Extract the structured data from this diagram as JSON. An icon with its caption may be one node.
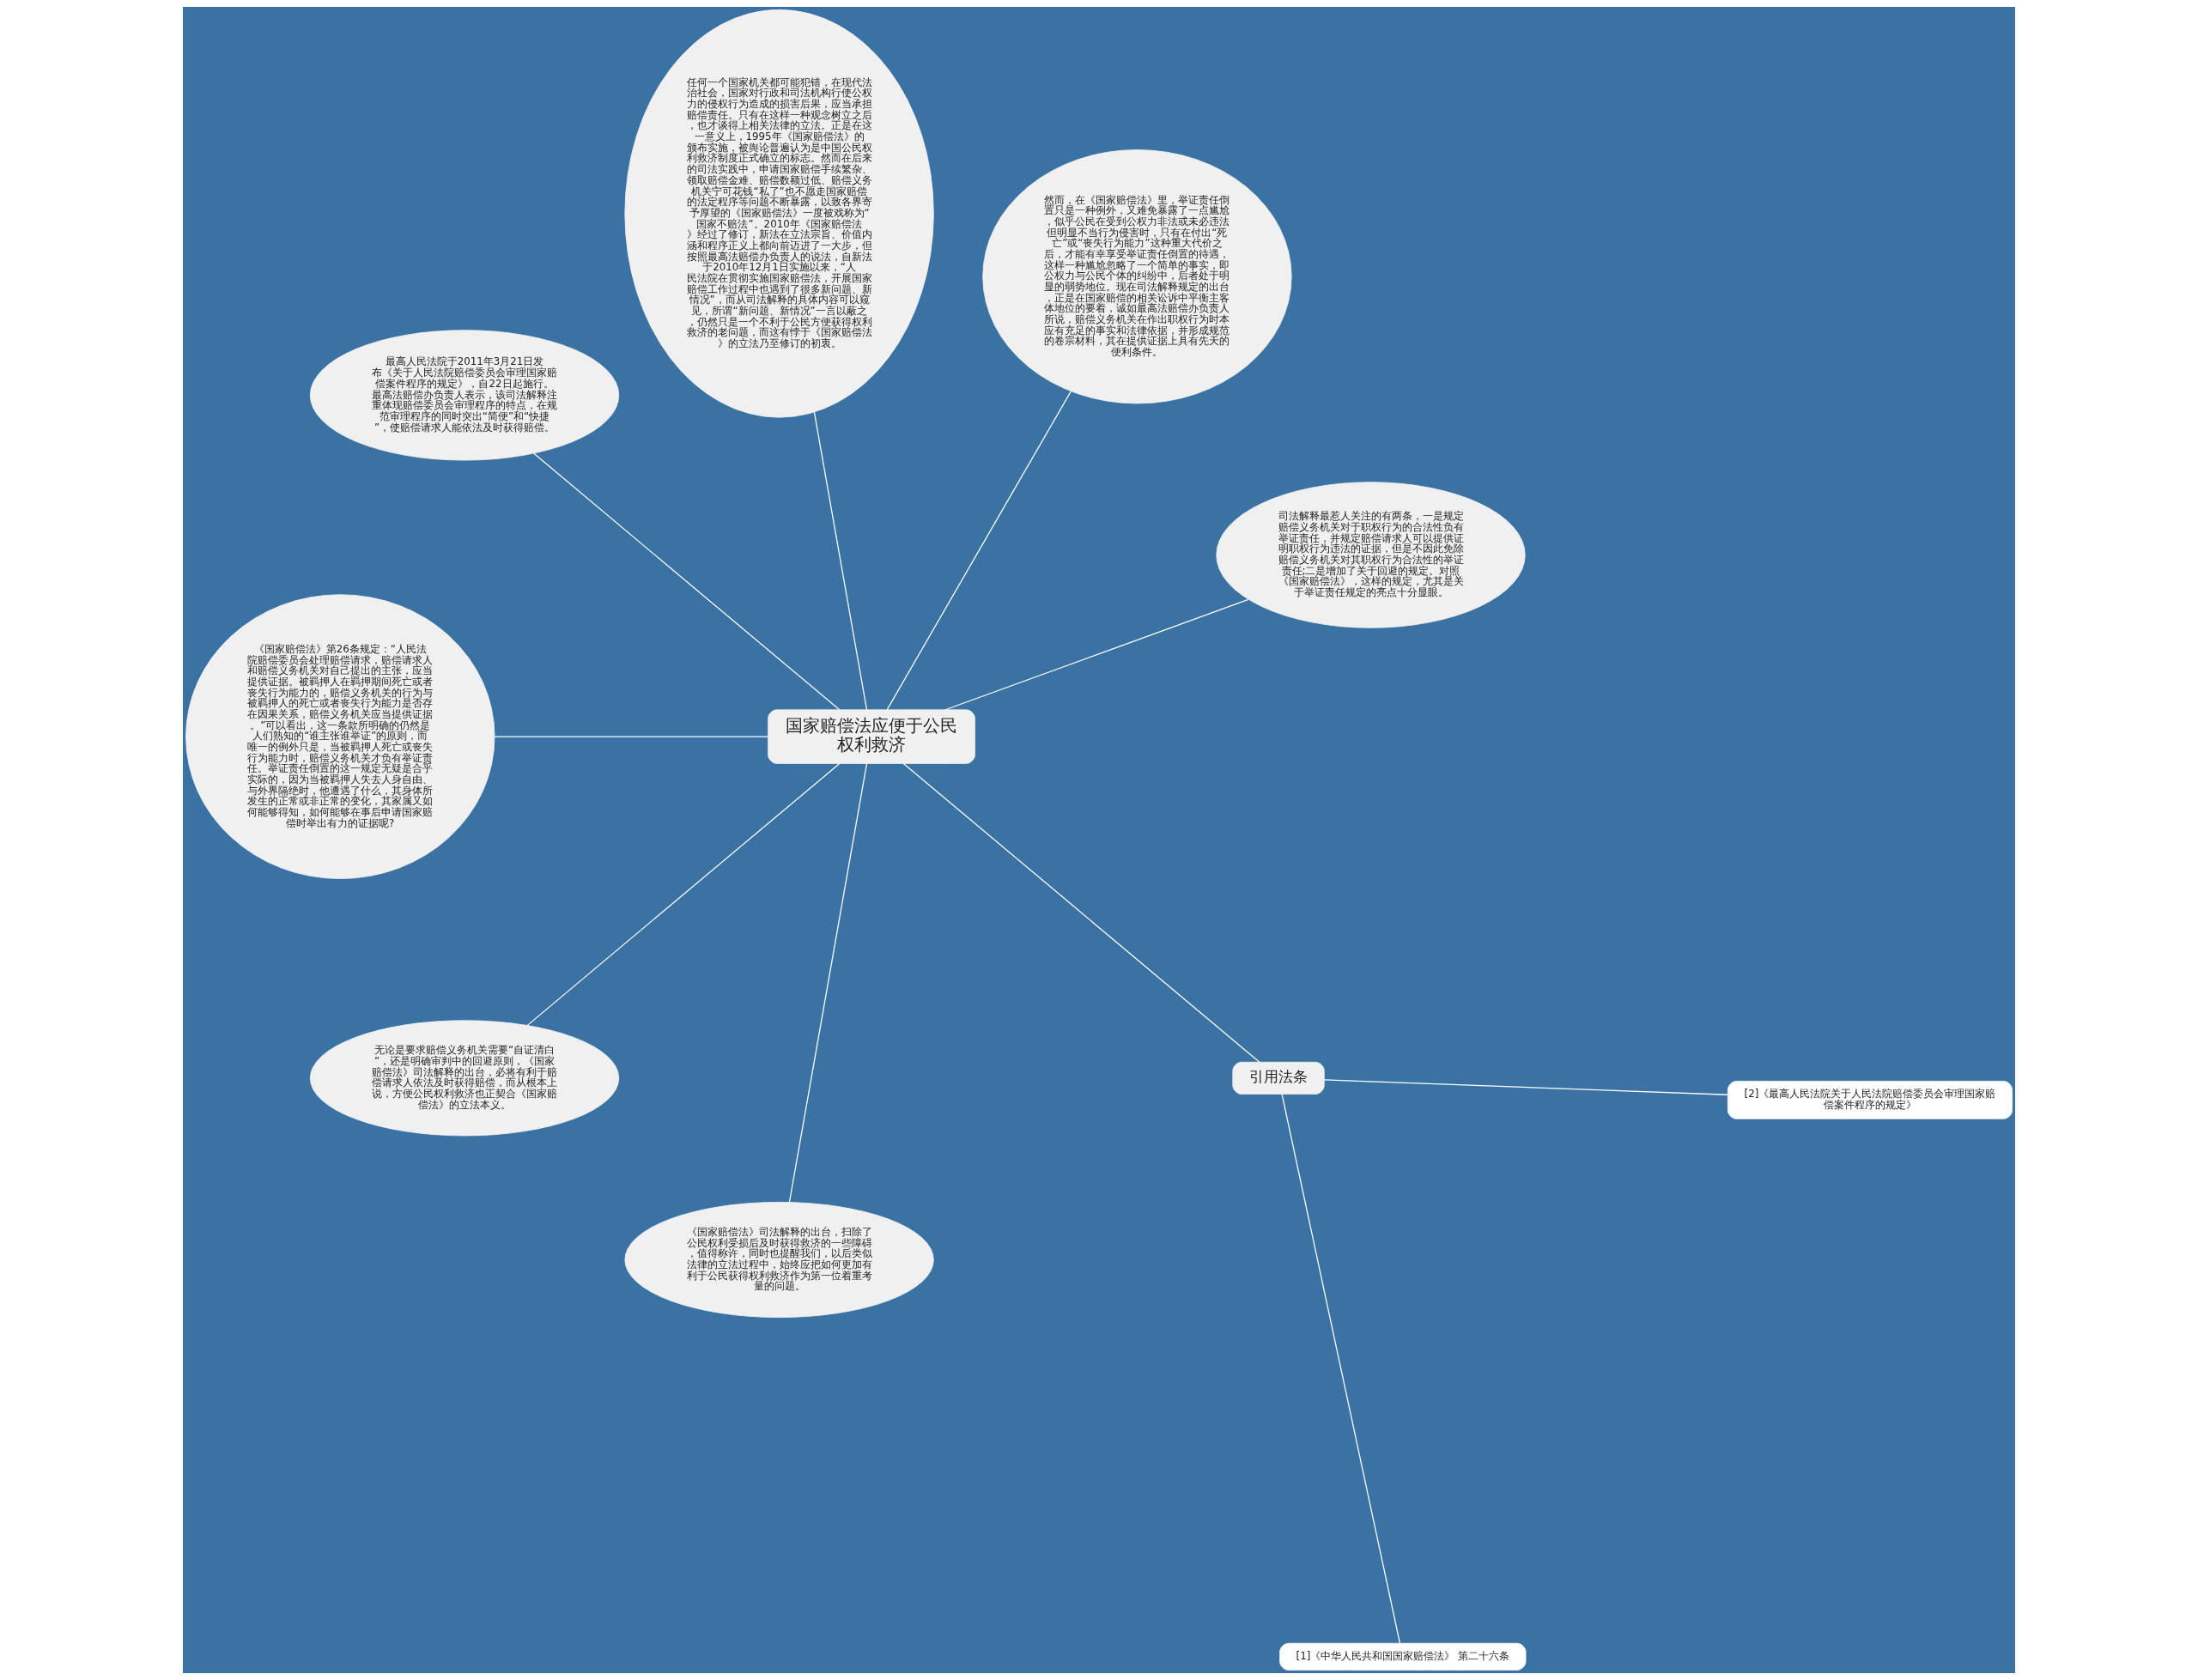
{
  "diagram": {
    "nodes": [
      {
        "text": [
          "国家赔偿法应便于公民权利救济"
        ]
      },
      {
        "text": [
          "司法解释最惹人关注的有两条，一是规定赔偿义务机关对于职权行为的合法性负有举证责任，并规定赔偿请求人可以提供证明职权行为违法的证据，但是不因此免除赔偿义务机关对其职权行为合法性的举证责任;二是增加了关于回避的规定。对照《国家赔偿法》，这样的规定，尤其是关于举证责任规定的亮点十分显眼。"
        ]
      },
      {
        "text": [
          "然而，在《国家赔偿法》里，举证责任倒置只是一种例外，又难免暴露了一点尴尬，似乎公民在受到公权力非法或未必违法但明显不当行为侵害时，只有在付出“死亡”或“丧失行为能力”这种重大代价之后，才能有幸享受举证责任倒置的待遇，这样一种尴尬忽略了一个简单的事实，即公权力与公民个体的纠纷中，后者处于明显的弱势地位。现在司法解释规定的出台，正是在国家赔偿的相关讼诉中平衡主客体地位的要着，诚如最高法赔偿办负责人所说，赔偿义务机关在作出职权行为时本应有充足的事实和法律依据，并形成规范的卷宗材料，其在提供证据上具有先天的便利条件。"
        ]
      },
      {
        "text": [
          "任何一个国家机关都可能犯错，在现代法治社会，国家对行政和司法机构行使公权力的侵权行为造成的损害后果，应当承担赔偿责任。只有在这样一种观念树立之后，也才谈得上相关法律的立法。正是在这一意义上，1995年《国家赔偿法》的颁布实施，被舆论普遍认为是中国公民权利救济制度正式确立的标志。然而在后来的司法实践中，申请国家赔偿手续繁杂、领取赔偿金难、赔偿数额过低、赔偿义务机关宁可花钱“私了”也不愿走国家赔偿的法定程序等问题不断暴露，以致各界寄予厚望的《国家赔偿法》一度被戏称为“国家不赔法”。2010年《国家赔偿法》经过了修订，新法在立法宗旨、价值内涵和程序正义上都向前迈进了一大步，但按照最高法赔偿办负责人的说法，自新法于2010年12月1日实施以来，“人民法院在贯彻实施国家赔偿法，开展国家赔偿工作过程中也遇到了很多新问题、新情况”，而从司法解释的具体内容可以窥见，所谓“新问题、新情况”一言以蔽之，仍然只是一个不利于公民方便获得权利救济的老问题，而这有悖于《国家赔偿法》的立法乃至修订的初衷。"
        ]
      },
      {
        "text": [
          "最高人民法院于2011年3月21日发布《关于人民法院赔偿委员会审理国家赔偿案件程序的规定》，自22日起施行。最高法赔偿办负责人表示，该司法解释注重体现赔偿委员会审理程序的特点，在规范审理程序的同时突出“简便”和“快捷”，使赔偿请求人能依法及时获得赔偿。"
        ]
      },
      {
        "text": [
          "《国家赔偿法》第26条规定：“人民法院赔偿委员会处理赔偿请求，赔偿请求人和赔偿义务机关对自己提出的主张，应当提供证据。被羁押人在羁押期间死亡或者丧失行为能力的，赔偿义务机关的行为与被羁押人的死亡或者丧失行为能力是否存在因果关系，赔偿义务机关应当提供证据。”可以看出，这一条款所明确的仍然是人们熟知的“谁主张谁举证”的原则，而唯一的例外只是，当被羁押人死亡或丧失行为能力时，赔偿义务机关才负有举证责任。举证责任倒置的这一规定无疑是合乎实际的，因为当被羁押人失去人身自由、与外界隔绝时，他遭遇了什么，其身体所发生的正常或非正常的变化，其家属又如何能够得知，如何能够在事后申请国家赔偿时举出有力的证据呢?"
        ]
      },
      {
        "text": [
          "无论是要求赔偿义务机关需要“自证清白”，还是明确审判中的回避原则，《国家赔偿法》司法解释的出台，必将有利于赔偿请求人依法及时获得赔偿，而从根本上说，方便公民权利救济也正契合《国家赔偿法》的立法本义。"
        ]
      },
      {
        "text": [
          "《国家赔偿法》司法解释的出台，扫除了公民权利受损后及时获得救济的一些障碍，值得称许，同时也提醒我们，以后类似法律的立法过程中，始终应把如何更加有利于公民获得权利救济作为第一位着重考量的问题。"
        ]
      },
      {
        "text": [
          "引用法条"
        ]
      },
      {
        "text": [
          "[1]《中华人民共和国国家赔偿法》 第二十六条"
        ]
      },
      {
        "text": [
          "[2]《最高人民法院关于人民法院赔偿委员会审理国家赔偿案件程序的规定》"
        ]
      }
    ],
    "edges": [
      {
        "from": 0,
        "to": 1,
        "arrow": "none"
      },
      {
        "from": 0,
        "to": 2,
        "arrow": "none"
      },
      {
        "from": 0,
        "to": 3,
        "arrow": "none"
      },
      {
        "from": 0,
        "to": 4,
        "arrow": "none"
      },
      {
        "from": 0,
        "to": 5,
        "arrow": "none"
      },
      {
        "from": 0,
        "to": 6,
        "arrow": "none"
      },
      {
        "from": 0,
        "to": 7,
        "arrow": "none"
      },
      {
        "from": 0,
        "to": 8,
        "arrow": "none"
      },
      {
        "from": 8,
        "to": 9,
        "arrow": "none"
      },
      {
        "from": 8,
        "to": 10,
        "arrow": "none"
      }
    ]
  }
}
